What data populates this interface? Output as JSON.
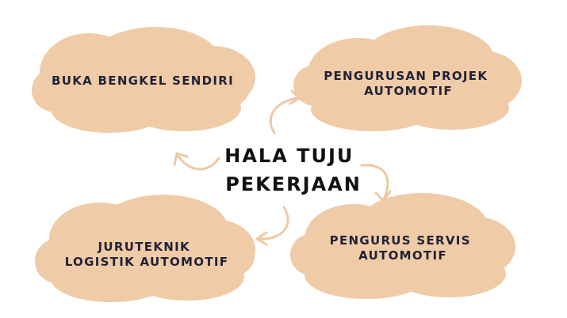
{
  "center": {
    "lines": [
      "HALA TUJU",
      "PEKERJAAN"
    ]
  },
  "clouds": [
    {
      "id": "top-left",
      "lines": [
        "BUKA BENGKEL SENDIRI"
      ]
    },
    {
      "id": "top-right",
      "lines": [
        "PENGURUSAN PROJEK",
        "AUTOMOTIF"
      ]
    },
    {
      "id": "bottom-left",
      "lines": [
        "JURUTEKNIK",
        "LOGISTIK AUTOMOTIF"
      ]
    },
    {
      "id": "bottom-right",
      "lines": [
        "PENGURUS SERVIS",
        "AUTOMOTIF"
      ]
    }
  ],
  "colors": {
    "cloud_fill": "#f0cba7",
    "arrow": "#efc9a4",
    "text_dark": "#1f2236",
    "center_text": "#111111",
    "background": "#ffffff"
  }
}
